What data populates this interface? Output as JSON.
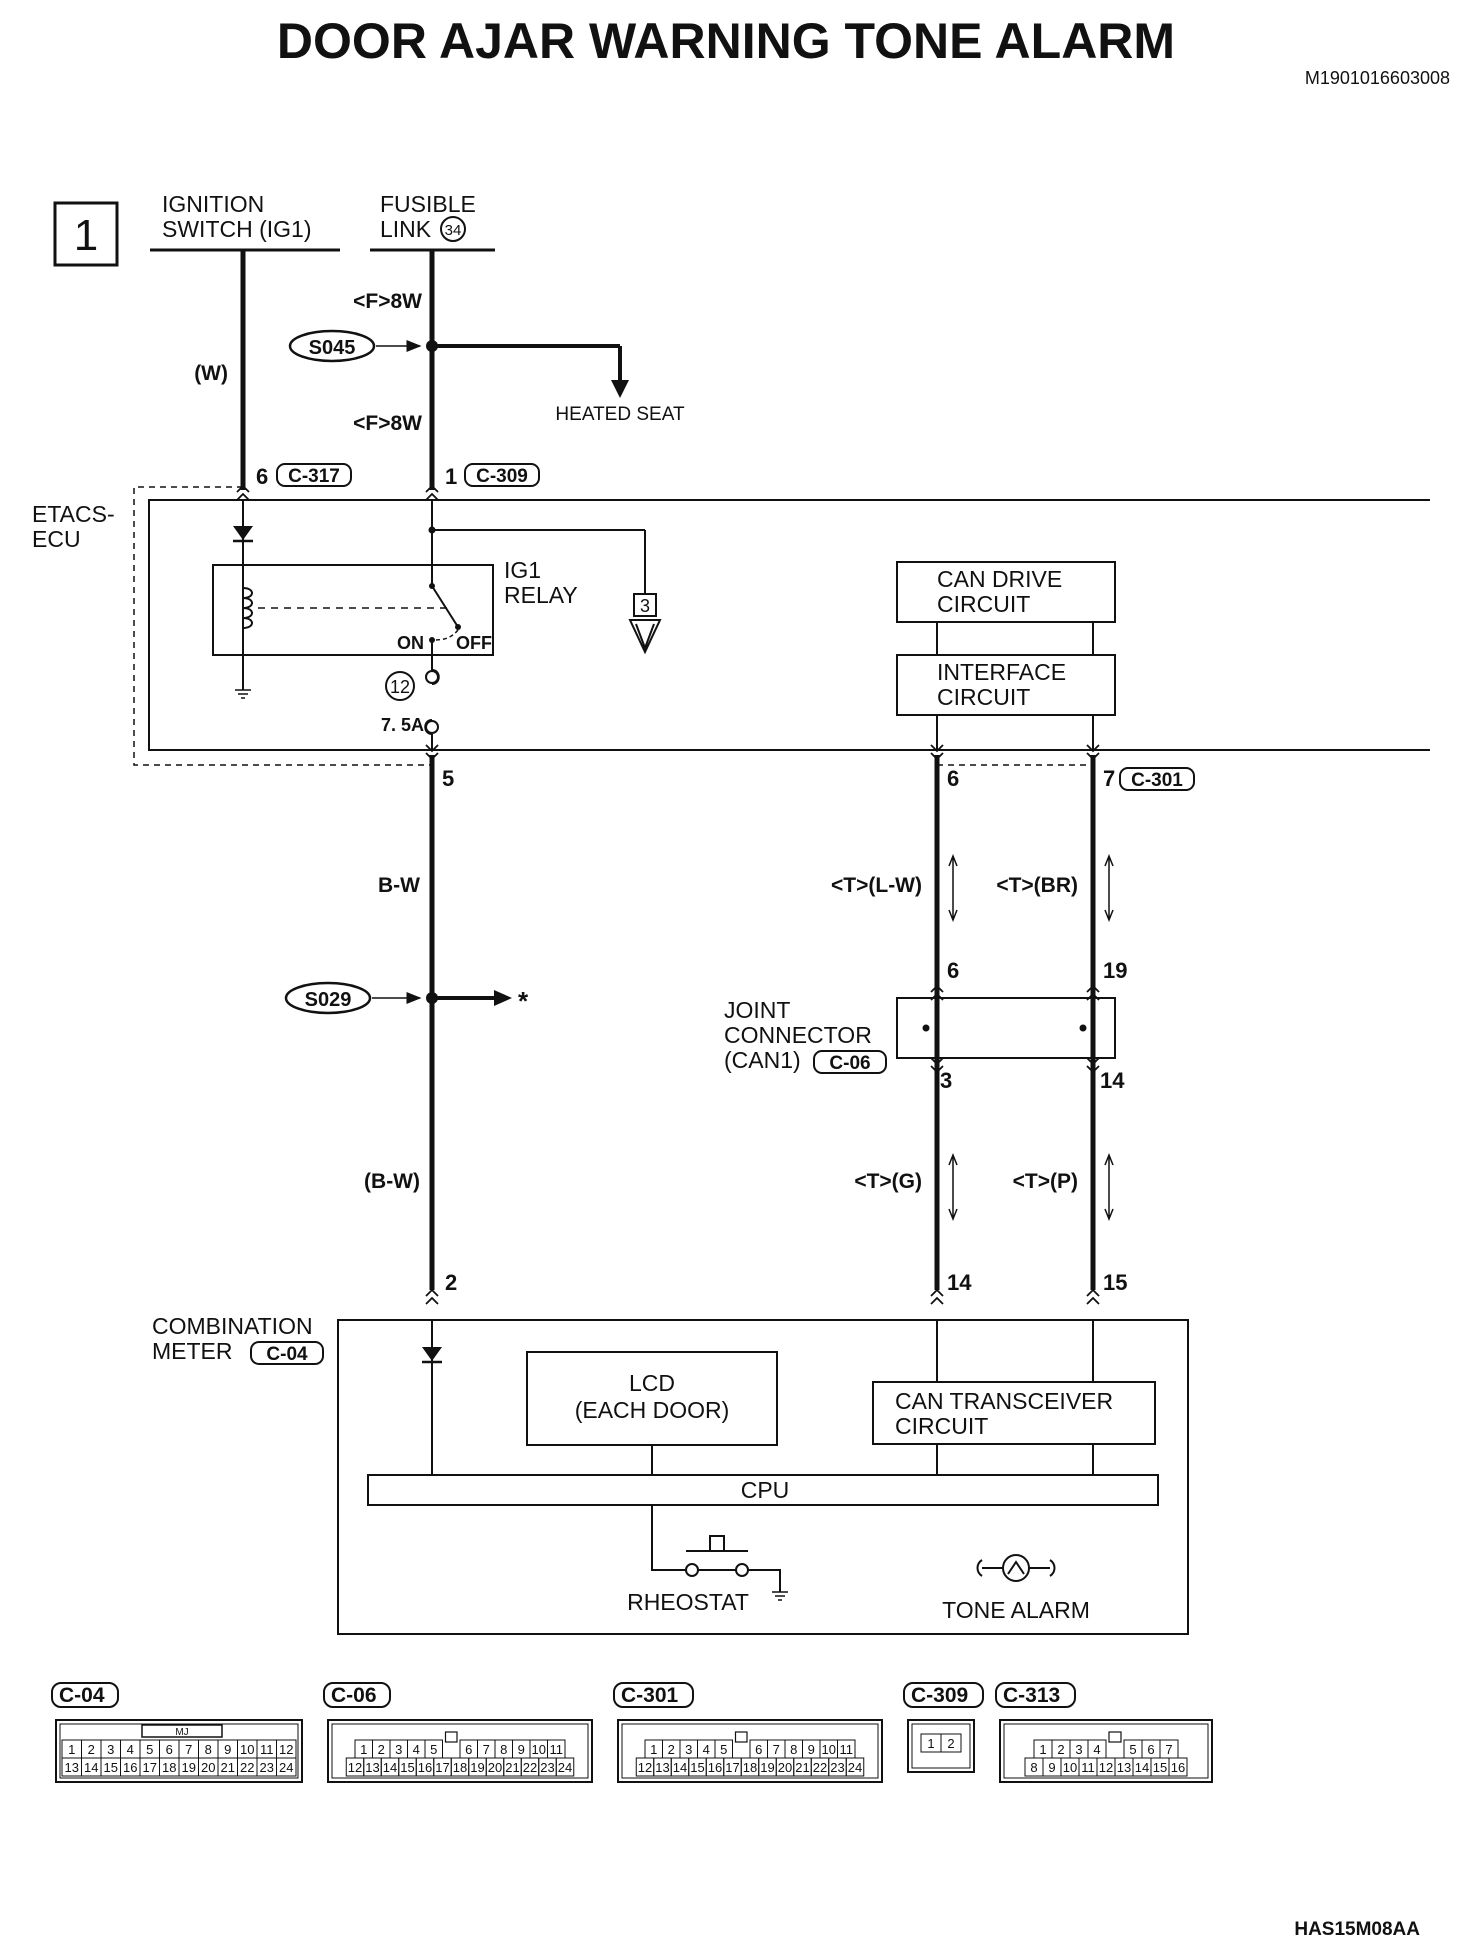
{
  "title": "DOOR AJAR WARNING TONE ALARM",
  "doc_code": "M1901016603008",
  "footer_code": "HAS15M08AA",
  "page_marker": "1",
  "sources": {
    "ignition_line1": "IGNITION",
    "ignition_line2": "SWITCH (IG1)",
    "fusible_line1": "FUSIBLE",
    "fusible_line2": "LINK",
    "fusible_num": "34"
  },
  "wires": {
    "f8w_top": "<F>8W",
    "f8w_mid": "<F>8W",
    "w": "(W)",
    "bw": "B-W",
    "bw_paren": "(B-W)",
    "lw": "<T>(L-W)",
    "br": "<T>(BR)",
    "g": "<T>(G)",
    "p": "<T>(P)"
  },
  "splices": {
    "s045": "S045",
    "s029": "S029"
  },
  "labels": {
    "heated_seat": "HEATED SEAT",
    "etacs_line1": "ETACS-",
    "etacs_line2": "ECU",
    "ig1_line1": "IG1",
    "ig1_line2": "RELAY",
    "on": "ON",
    "off": "OFF",
    "fuse_num": "12",
    "fuse_rating": "7. 5A",
    "ref_box": "3",
    "can_drive_1": "CAN DRIVE",
    "can_drive_2": "CIRCUIT",
    "interface_1": "INTERFACE",
    "interface_2": "CIRCUIT",
    "joint_1": "JOINT",
    "joint_2": "CONNECTOR",
    "joint_3": "(CAN1)",
    "meter_1": "COMBINATION",
    "meter_2": "METER",
    "lcd_1": "LCD",
    "lcd_2": "(EACH DOOR)",
    "transceiver_1": "CAN TRANSCEIVER",
    "transceiver_2": "CIRCUIT",
    "cpu": "CPU",
    "rheostat": "RHEOSTAT",
    "tone_alarm": "TONE ALARM",
    "asterisk": "*"
  },
  "pins": {
    "c317_pin": "6",
    "c317": "C-317",
    "c309_pin": "1",
    "c309": "C-309",
    "etacs_out": "5",
    "can_h_out": "6",
    "can_l_out": "7",
    "c301": "C-301",
    "joint_in_h": "6",
    "joint_in_l": "19",
    "joint_out_h": "3",
    "joint_out_l": "14",
    "c06": "C-06",
    "meter_pwr": "2",
    "meter_h": "14",
    "meter_l": "15",
    "c04": "C-04"
  },
  "connectors": [
    {
      "id": "C-04",
      "mark": "MJ",
      "row1": [
        "1",
        "2",
        "3",
        "4",
        "5",
        "6",
        "7",
        "8",
        "9",
        "10",
        "11",
        "12"
      ],
      "row2": [
        "13",
        "14",
        "15",
        "16",
        "17",
        "18",
        "19",
        "20",
        "21",
        "22",
        "23",
        "24"
      ]
    },
    {
      "id": "C-06",
      "row1": [
        "1",
        "2",
        "3",
        "4",
        "5",
        "",
        "6",
        "7",
        "8",
        "9",
        "10",
        "11"
      ],
      "row2": [
        "12",
        "13",
        "14",
        "15",
        "16",
        "17",
        "18",
        "19",
        "20",
        "21",
        "22",
        "23",
        "24"
      ]
    },
    {
      "id": "C-301",
      "row1": [
        "1",
        "2",
        "3",
        "4",
        "5",
        "",
        "6",
        "7",
        "8",
        "9",
        "10",
        "11"
      ],
      "row2": [
        "12",
        "13",
        "14",
        "15",
        "16",
        "17",
        "18",
        "19",
        "20",
        "21",
        "22",
        "23",
        "24"
      ]
    },
    {
      "id": "C-309",
      "row1": [
        "1",
        "2"
      ],
      "row2": []
    },
    {
      "id": "C-313",
      "row1": [
        "1",
        "2",
        "3",
        "4",
        "",
        "5",
        "6",
        "7"
      ],
      "row2": [
        "8",
        "9",
        "10",
        "11",
        "12",
        "13",
        "14",
        "15",
        "16"
      ]
    }
  ]
}
